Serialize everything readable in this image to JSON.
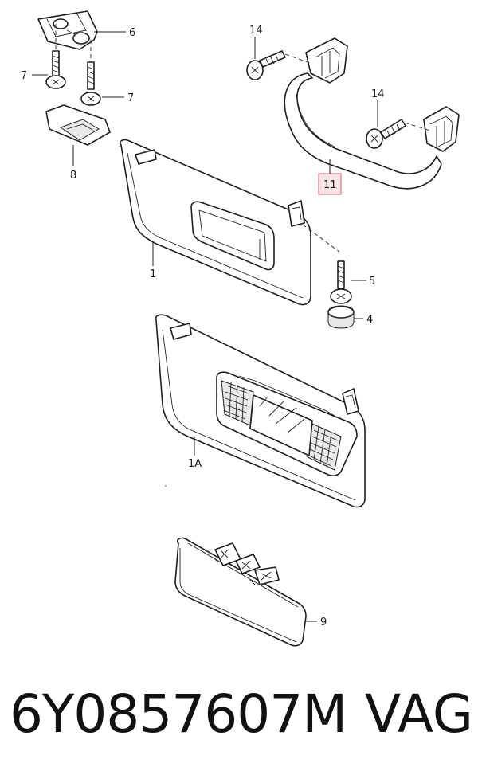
{
  "callouts": {
    "c1": "1",
    "c1a": "1A",
    "c4": "4",
    "c5": "5",
    "c6": "6",
    "c7a": "7",
    "c7b": "7",
    "c8": "8",
    "c9": "9",
    "c11": "11",
    "c14a": "14",
    "c14b": "14"
  },
  "highlight_color": "#e07a87",
  "footer": {
    "part_number": "6Y0857607M",
    "brand": "VAG"
  }
}
